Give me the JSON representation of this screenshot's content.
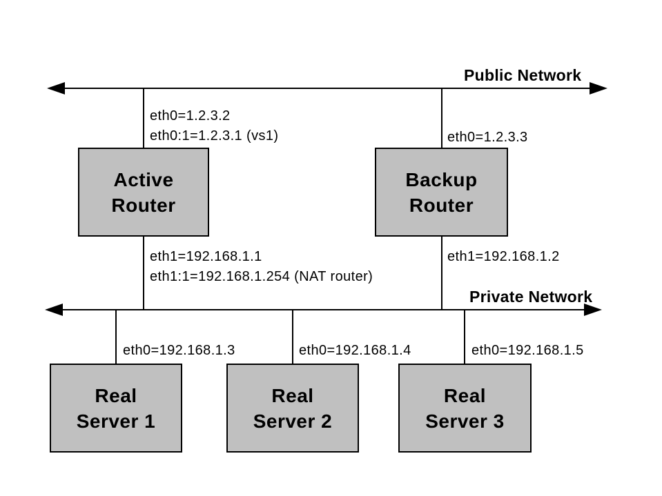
{
  "networks": {
    "public": {
      "label": "Public Network"
    },
    "private": {
      "label": "Private Network"
    }
  },
  "nodes": {
    "active_router": {
      "label_line1": "Active",
      "label_line2": "Router",
      "public_if_1": "eth0=1.2.3.2",
      "public_if_2": "eth0:1=1.2.3.1 (vs1)",
      "private_if_1": "eth1=192.168.1.1",
      "private_if_2": "eth1:1=192.168.1.254 (NAT router)"
    },
    "backup_router": {
      "label_line1": "Backup",
      "label_line2": "Router",
      "public_if_1": "eth0=1.2.3.3",
      "private_if_1": "eth1=192.168.1.2"
    },
    "real_server_1": {
      "label_line1": "Real",
      "label_line2": "Server 1",
      "private_if_1": "eth0=192.168.1.3"
    },
    "real_server_2": {
      "label_line1": "Real",
      "label_line2": "Server 2",
      "private_if_1": "eth0=192.168.1.4"
    },
    "real_server_3": {
      "label_line1": "Real",
      "label_line2": "Server 3",
      "private_if_1": "eth0=192.168.1.5"
    }
  },
  "colors": {
    "background": "#ffffff",
    "box_fill": "#c0c0c0",
    "box_border": "#000000",
    "line": "#000000",
    "text": "#000000"
  }
}
